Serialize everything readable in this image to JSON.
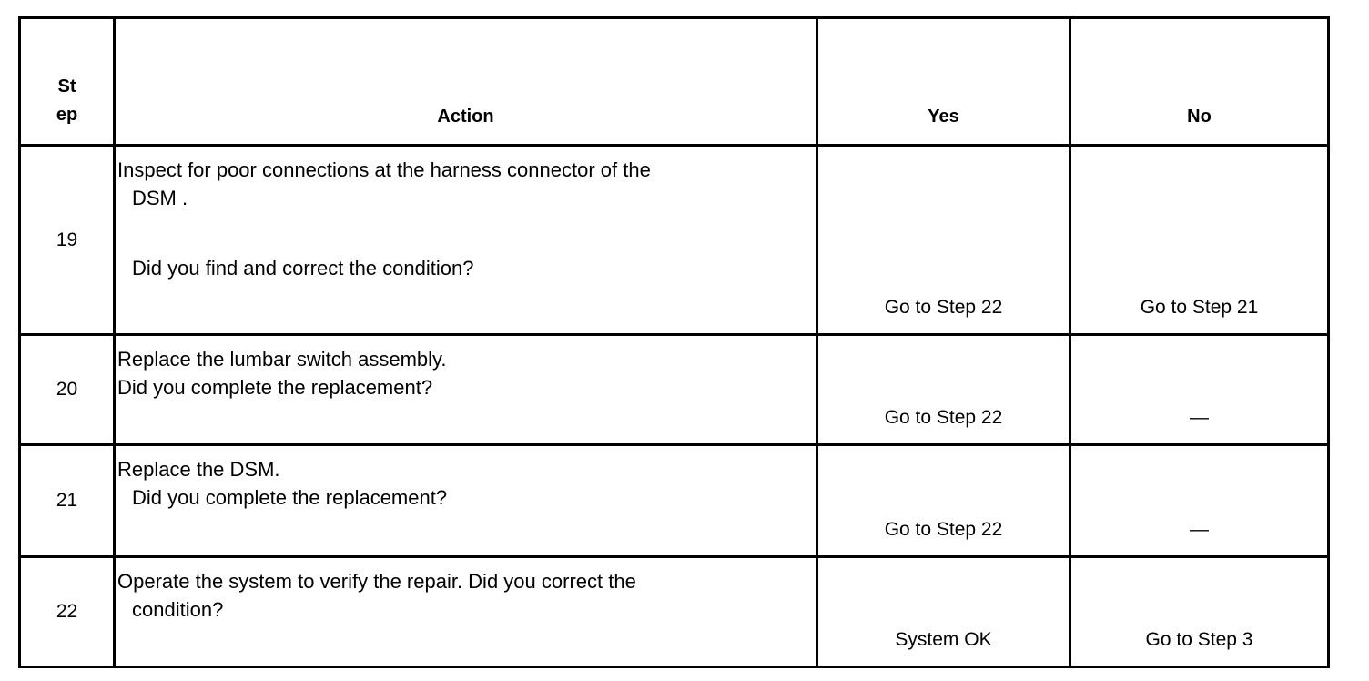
{
  "table": {
    "headers": {
      "step_line1": "St",
      "step_line2": "ep",
      "action": "Action",
      "yes": "Yes",
      "no": "No"
    },
    "rows": [
      {
        "step": "19",
        "action_lines": [
          "Inspect for poor connections at the harness connector of the",
          "DSM .",
          "Did you find and correct the condition?"
        ],
        "yes": "Go to Step 22",
        "no": "Go to Step 21"
      },
      {
        "step": "20",
        "action_lines": [
          "Replace the lumbar switch assembly.",
          "Did you complete the replacement?"
        ],
        "yes": "Go to Step 22",
        "no": "—"
      },
      {
        "step": "21",
        "action_lines": [
          "Replace the DSM.",
          "Did you complete the replacement?"
        ],
        "yes": "Go to Step 22",
        "no": "—"
      },
      {
        "step": "22",
        "action_lines": [
          "Operate the system to verify the repair. Did you correct the",
          "condition?"
        ],
        "yes": "System OK",
        "no": "Go to Step 3"
      }
    ]
  },
  "colors": {
    "border": "#000000",
    "background": "#ffffff",
    "text": "#000000"
  }
}
